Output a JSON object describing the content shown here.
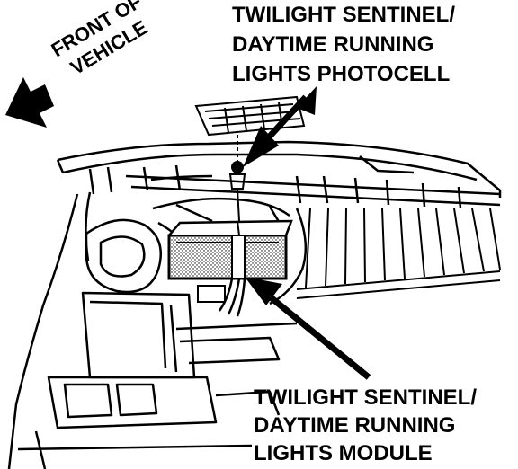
{
  "labels": {
    "photocell": [
      "TWILIGHT SENTINEL/",
      "DAYTIME RUNNING",
      "LIGHTS PHOTOCELL"
    ],
    "module": [
      "TWILIGHT SENTINEL/",
      "DAYTIME RUNNING",
      "LIGHTS MODULE"
    ],
    "front": [
      "FRONT OF",
      "VEHICLE"
    ]
  },
  "colors": {
    "ink": "#000000",
    "paper": "#ffffff"
  }
}
